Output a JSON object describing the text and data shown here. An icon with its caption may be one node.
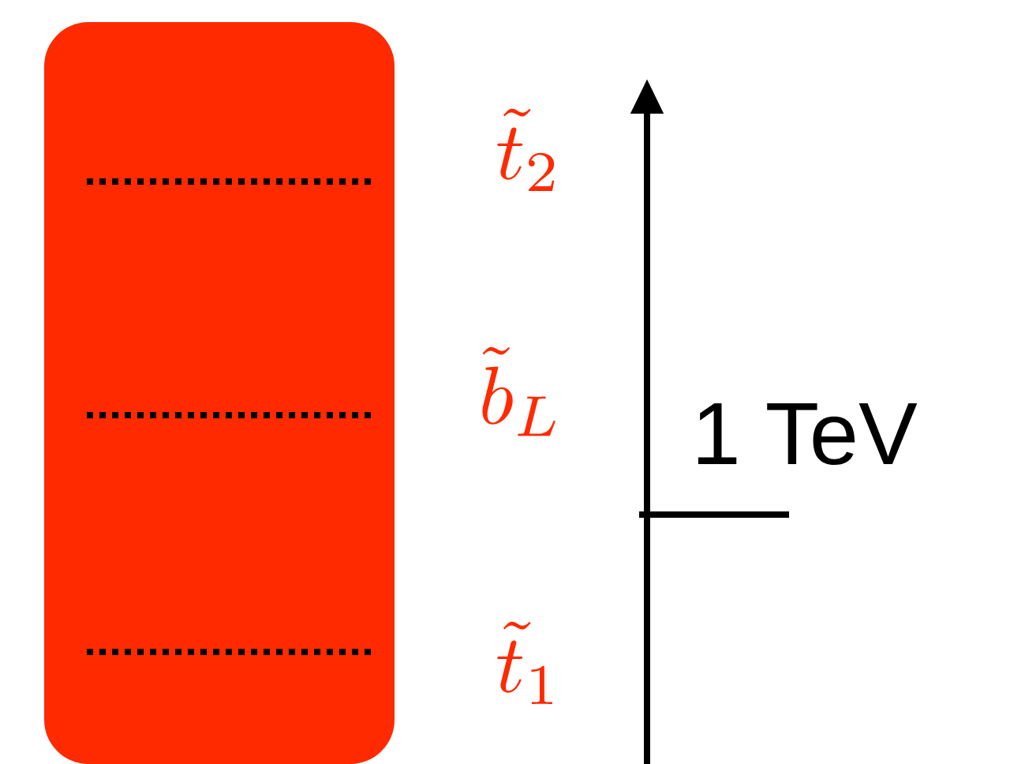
{
  "diagram": {
    "labels": [
      "\\tilde{t}_2",
      "\\tilde{b}_L",
      "\\tilde{t}_1",
      "1 TeV"
    ]
  }
}
